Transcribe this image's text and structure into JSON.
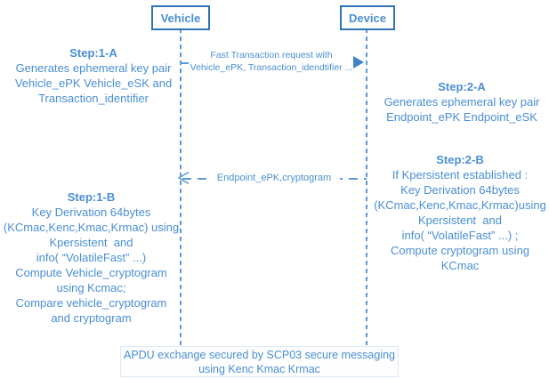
{
  "colors": {
    "text_blue": "#4A8FD1",
    "actor_border_blue": "#2E74B5",
    "lifeline_blue": "#5B9BD5",
    "arrowhead_blue": "#3E83C6",
    "footer_border_blue": "#DCE9F5"
  },
  "actors": {
    "vehicle": "Vehicle",
    "device": "Device"
  },
  "messages": {
    "request": {
      "text": "Fast Transaction request with\nVehicle_ePK, Transaction_idendtifier ..."
    },
    "response": {
      "label": "Endpoint_ePK,cryptogram"
    }
  },
  "steps": {
    "step1a": {
      "title": "Step:1-A",
      "body": "Generates ephemeral key pair\nVehicle_ePK Vehicle_eSK and\nTransaction_identifier"
    },
    "step2a": {
      "title": "Step:2-A",
      "body": "Generates ephemeral key pair\nEndpoint_ePK Endpoint_eSK"
    },
    "step2b": {
      "title": "Step:2-B",
      "body": "If Kpersistent established :\nKey Derivation 64bytes\n(KCmac,Kenc,Kmac,Krmac)using\nKpersistent  and\ninfo( “VolatileFast” ...) ;\nCompute cryptogram using\nKCmac"
    },
    "step1b": {
      "title": "Step:1-B",
      "body": "Key Derivation 64bytes\n(KCmac,Kenc,Kmac,Krmac) using\nKpersistent  and\ninfo( “VolatileFast” ...)\nCompute Vehicle_cryptogram\nusing Kcmac;\nCompare vehicle_cryptogram\nand cryptogram"
    }
  },
  "footer": {
    "text": "APDU exchange secured by SCP03 secure messaging\nusing Kenc Kmac Krmac"
  }
}
